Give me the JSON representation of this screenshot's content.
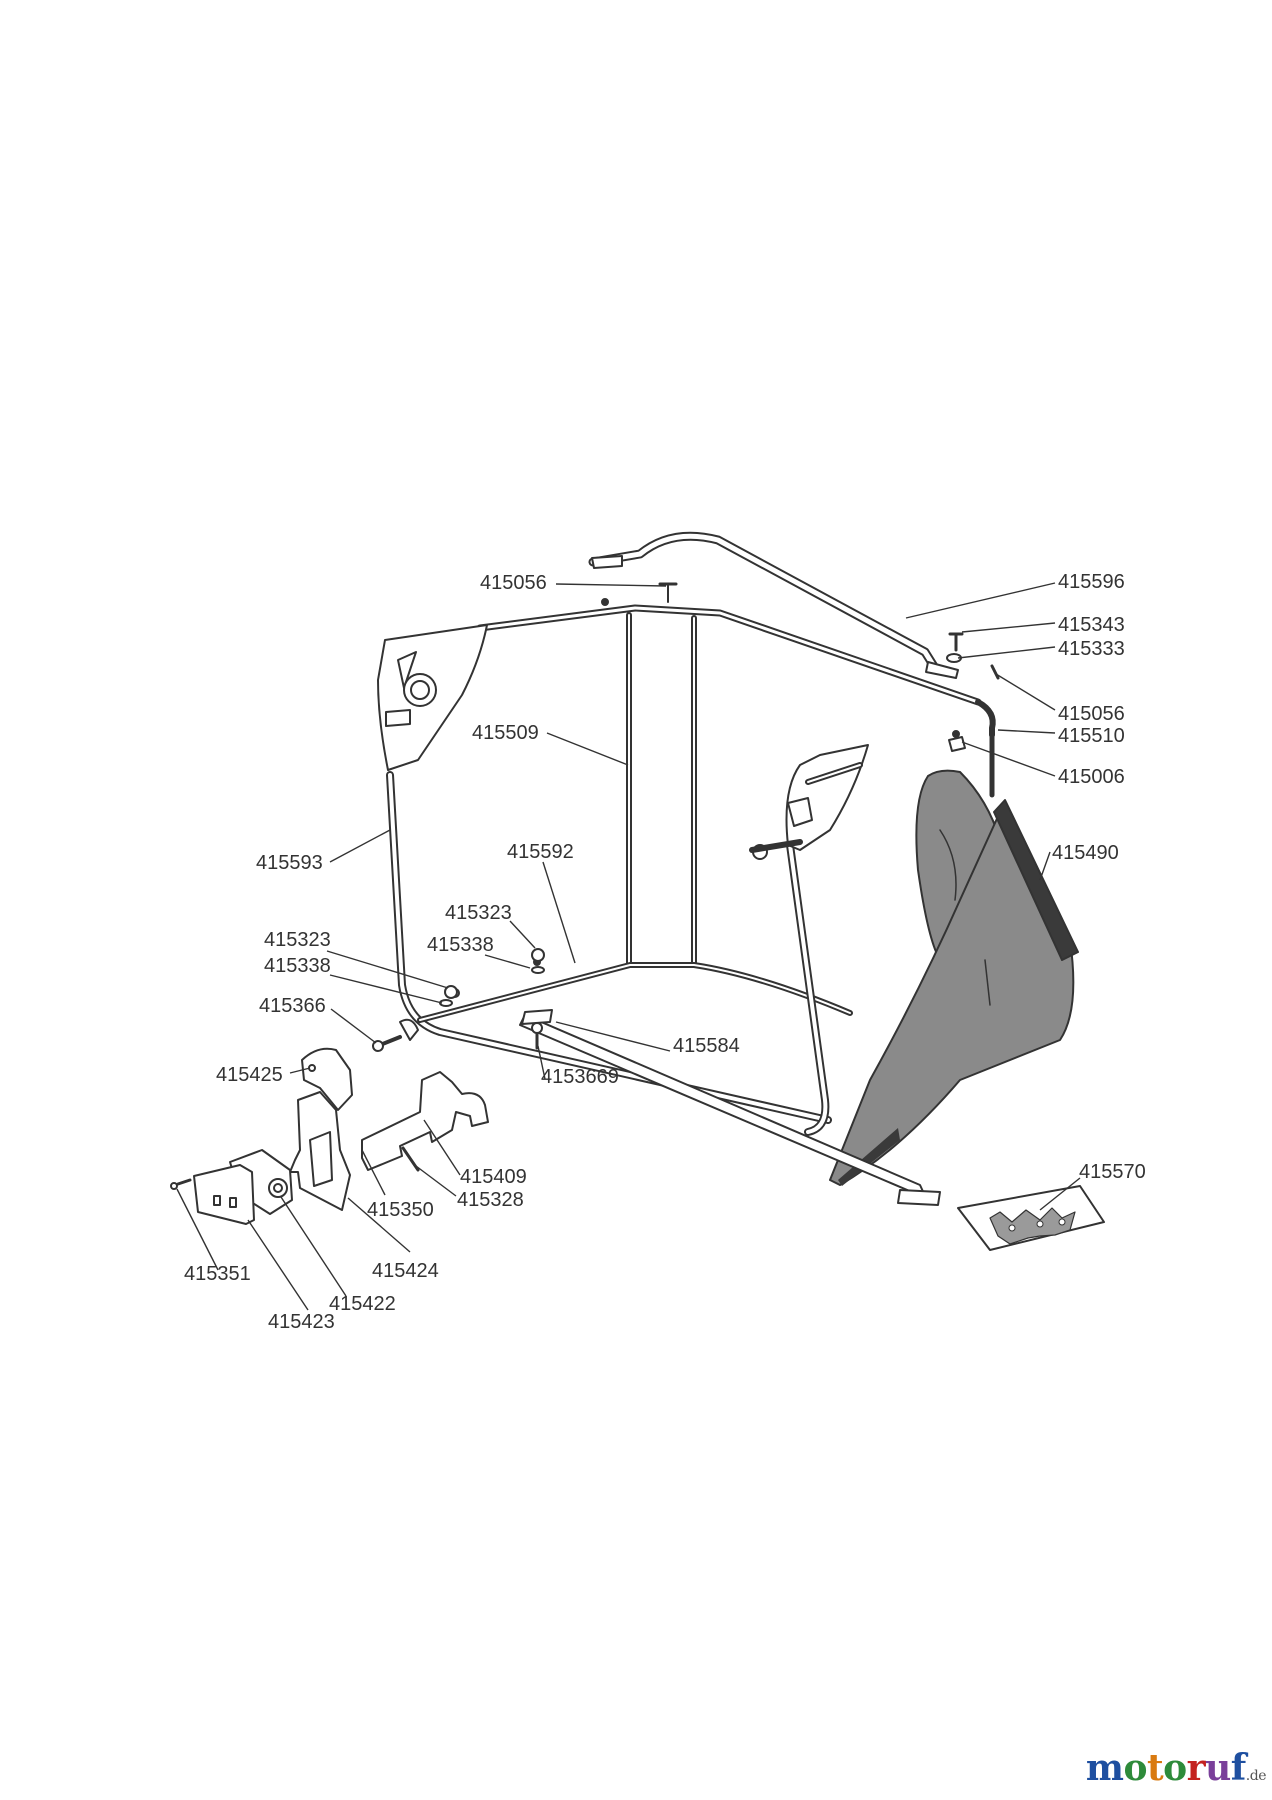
{
  "diagram": {
    "colors": {
      "line": "#333333",
      "bag_fill": "#8a8a8a",
      "bag_dark": "#3a3a3a",
      "frame_fill": "#ffffff"
    },
    "parts": [
      {
        "id": "p415056a",
        "number": "415056"
      },
      {
        "id": "p415596",
        "number": "415596"
      },
      {
        "id": "p415343",
        "number": "415343"
      },
      {
        "id": "p415333",
        "number": "415333"
      },
      {
        "id": "p415056b",
        "number": "415056"
      },
      {
        "id": "p415510",
        "number": "415510"
      },
      {
        "id": "p415509",
        "number": "415509"
      },
      {
        "id": "p415006",
        "number": "415006"
      },
      {
        "id": "p415593",
        "number": "415593"
      },
      {
        "id": "p415592",
        "number": "415592"
      },
      {
        "id": "p415490",
        "number": "415490"
      },
      {
        "id": "p415323a",
        "number": "415323"
      },
      {
        "id": "p415323b",
        "number": "415323"
      },
      {
        "id": "p415338a",
        "number": "415338"
      },
      {
        "id": "p415338b",
        "number": "415338"
      },
      {
        "id": "p415366",
        "number": "415366"
      },
      {
        "id": "p415584",
        "number": "415584"
      },
      {
        "id": "p415425",
        "number": "415425"
      },
      {
        "id": "p4153669",
        "number": "4153669"
      },
      {
        "id": "p415570",
        "number": "415570"
      },
      {
        "id": "p415409",
        "number": "415409"
      },
      {
        "id": "p415350",
        "number": "415350"
      },
      {
        "id": "p415328",
        "number": "415328"
      },
      {
        "id": "p415424",
        "number": "415424"
      },
      {
        "id": "p415351",
        "number": "415351"
      },
      {
        "id": "p415422",
        "number": "415422"
      },
      {
        "id": "p415423",
        "number": "415423"
      }
    ]
  },
  "watermark": {
    "letters": [
      "m",
      "o",
      "t",
      "o",
      "r",
      "u",
      "f"
    ],
    "tld": ".de"
  }
}
